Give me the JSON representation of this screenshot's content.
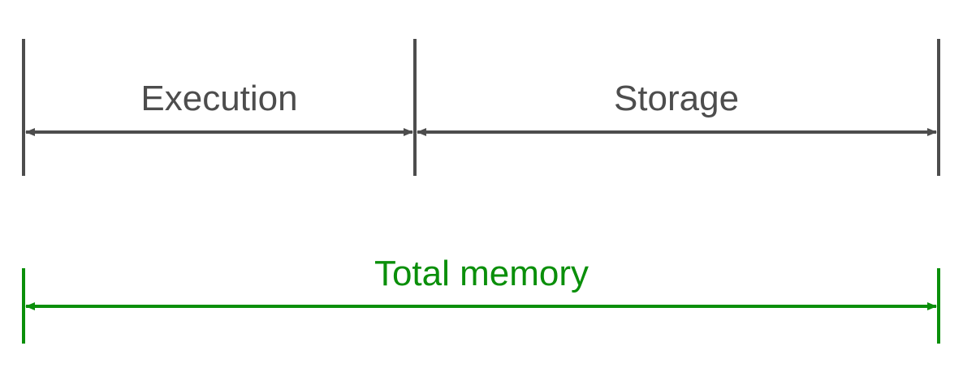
{
  "diagram": {
    "segments": [
      {
        "label": "Execution"
      },
      {
        "label": "Storage"
      }
    ],
    "total": {
      "label": "Total memory"
    },
    "colors": {
      "segment": "#4d4d4d",
      "total": "#0a8f0a"
    }
  }
}
